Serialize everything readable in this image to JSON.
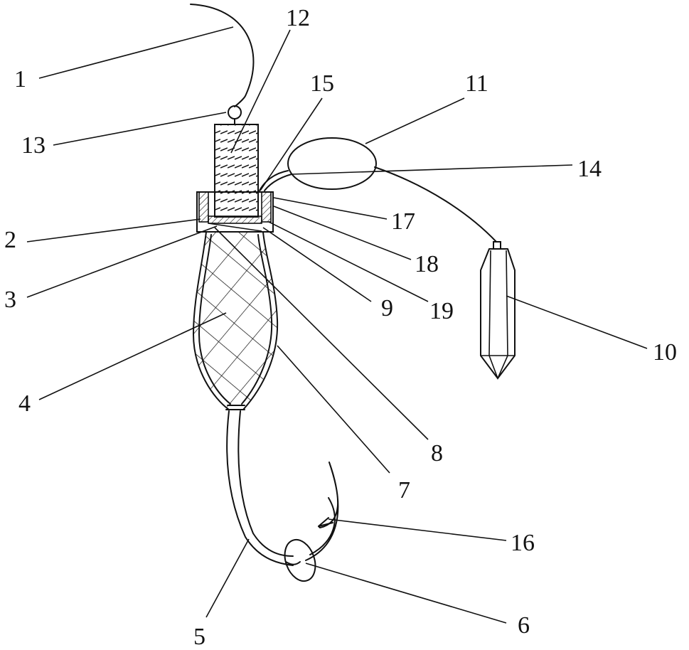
{
  "figure": {
    "labels": {
      "l1": "1",
      "l2": "2",
      "l3": "3",
      "l4": "4",
      "l5": "5",
      "l6": "6",
      "l7": "7",
      "l8": "8",
      "l9": "9",
      "l10": "10",
      "l11": "11",
      "l12": "12",
      "l13": "13",
      "l14": "14",
      "l15": "15",
      "l16": "16",
      "l17": "17",
      "l18": "18",
      "l19": "19"
    }
  }
}
